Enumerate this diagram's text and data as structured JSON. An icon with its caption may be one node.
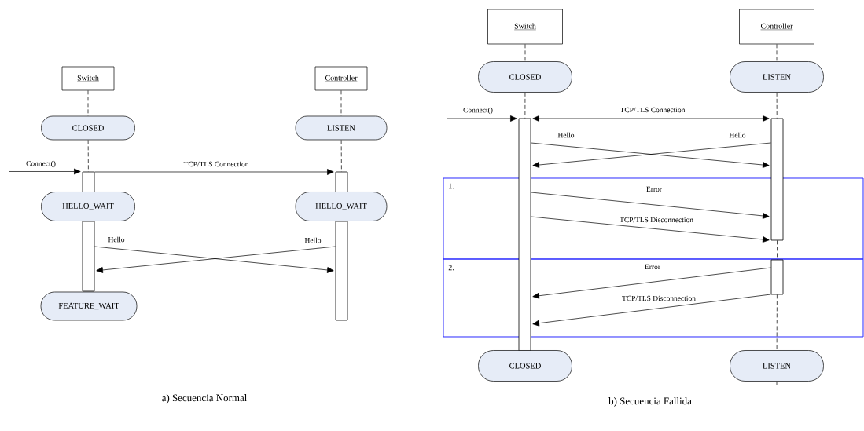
{
  "diagram": {
    "nodes": [
      {
        "text": [
          "Switch"
        ]
      },
      {
        "text": [
          "Controller"
        ]
      },
      {
        "text": [
          "CLOSED"
        ]
      },
      {
        "text": [
          "LISTEN"
        ]
      },
      {
        "text": [],
        "shape": "bar"
      },
      {
        "text": [],
        "shape": "bar"
      },
      {
        "text": [
          "HELLO_WAIT"
        ]
      },
      {
        "text": [
          "HELLO_WAIT"
        ]
      },
      {
        "text": [],
        "shape": "bar"
      },
      {
        "text": [],
        "shape": "bar"
      },
      {
        "text": [
          "FEATURE_WAIT"
        ]
      },
      {
        "text": [
          "Switch"
        ]
      },
      {
        "text": [
          "Controller"
        ]
      },
      {
        "text": [
          "CLOSED"
        ]
      },
      {
        "text": [
          "LISTEN"
        ]
      },
      {
        "text": [],
        "shape": "bar"
      },
      {
        "text": [],
        "shape": "bar"
      },
      {
        "text": [],
        "shape": "bar"
      },
      {
        "text": [
          "CLOSED"
        ]
      },
      {
        "text": [
          "LISTEN"
        ]
      }
    ],
    "edges": [
      {
        "from": 0,
        "to": 2,
        "arrow": "none",
        "style": "dashed"
      },
      {
        "from": 2,
        "to": 4,
        "arrow": "none",
        "style": "dashed"
      },
      {
        "from": 1,
        "to": 3,
        "arrow": "none",
        "style": "dashed"
      },
      {
        "from": 3,
        "to": 5,
        "arrow": "none",
        "style": "dashed"
      },
      {
        "from": null,
        "to": 4,
        "arrow": "to",
        "label": "Connect()"
      },
      {
        "from": 4,
        "to": 5,
        "arrow": "to",
        "label": "TCP/TLS Connection"
      },
      {
        "from": 8,
        "to": 9,
        "arrow": "to",
        "label": "Hello"
      },
      {
        "from": 9,
        "to": 8,
        "arrow": "to",
        "label": "Hello"
      },
      {
        "from": 11,
        "to": 13,
        "arrow": "none",
        "style": "dashed"
      },
      {
        "from": 13,
        "to": 15,
        "arrow": "none",
        "style": "dashed"
      },
      {
        "from": 12,
        "to": 14,
        "arrow": "none",
        "style": "dashed"
      },
      {
        "from": 14,
        "to": 16,
        "arrow": "none",
        "style": "dashed"
      },
      {
        "from": 16,
        "to": 17,
        "arrow": "none",
        "style": "dashed"
      },
      {
        "from": 17,
        "to": 19,
        "arrow": "none",
        "style": "dashed"
      },
      {
        "from": null,
        "to": 15,
        "arrow": "to",
        "label": "Connect()"
      },
      {
        "from": 15,
        "to": 16,
        "arrow": "both",
        "label": "TCP/TLS Connection"
      },
      {
        "from": 15,
        "to": 16,
        "arrow": "to",
        "label": "Hello"
      },
      {
        "from": 16,
        "to": 15,
        "arrow": "to",
        "label": "Hello"
      },
      {
        "from": 15,
        "to": 16,
        "arrow": "to",
        "label": "Error"
      },
      {
        "from": 15,
        "to": 16,
        "arrow": "to",
        "label": "TCP/TLS Disconnection"
      },
      {
        "from": 17,
        "to": 15,
        "arrow": "to",
        "label": "Error"
      },
      {
        "from": 17,
        "to": 15,
        "arrow": "to",
        "label": "TCP/TLS Disconnection"
      }
    ],
    "labels": [
      "1.",
      "2.",
      "a) Secuencia Normal",
      "b) Secuencia Fallida"
    ]
  }
}
